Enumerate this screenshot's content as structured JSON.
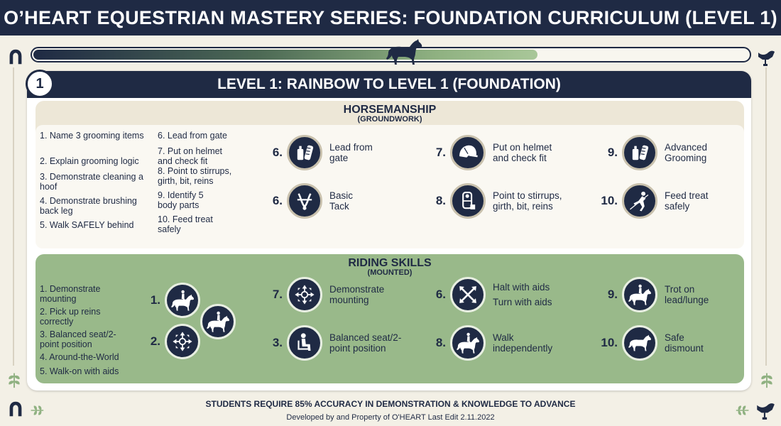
{
  "title": "O’HEART EQUESTRIAN MASTERY SERIES: FOUNDATION CURRICULUM (LEVEL 1)",
  "progress": {
    "fraction": 0.705
  },
  "level": {
    "badge": "1",
    "title": "LEVEL 1: RAINBOW TO LEVEL 1 (FOUNDATION)"
  },
  "horsemanship": {
    "title": "HORSEMANSHIP",
    "subtitle": "(GROUNDWORK)",
    "list_left": [
      "1. Name 3 grooming items",
      "2. Explain grooming logic",
      "3. Demonstrate cleaning a hoof",
      "4. Demonstrate brushing back leg",
      "5. Walk SAFELY behind"
    ],
    "list_right": [
      "6. Lead from gate",
      "7. Put on helmet and check fit",
      "8. Point to stirrups, girth, bit, reins",
      "9. Identify 5 body parts",
      "10. Feed treat safely"
    ],
    "icons": [
      {
        "num": "6.",
        "line1": "Lead from",
        "line2": "gate",
        "icon": "grooming-kit-icon"
      },
      {
        "num": "6.",
        "line1": "Basic",
        "line2": "Tack",
        "icon": "bridle-icon"
      },
      {
        "num": "7.",
        "line1": "Put on helmet",
        "line2": "and check fit",
        "icon": "helmet-icon"
      },
      {
        "num": "8.",
        "line1": "Point to stirrups,",
        "line2": "girth, bit, reins",
        "icon": "saddle-tack-icon"
      },
      {
        "num": "9.",
        "line1": "Advanced",
        "line2": "Grooming",
        "icon": "grooming-kit-icon"
      },
      {
        "num": "10.",
        "line1": "Feed treat",
        "line2": "safely",
        "icon": "feed-treat-icon"
      }
    ]
  },
  "riding": {
    "title": "RIDING SKILLS",
    "subtitle": "(MOUNTED)",
    "list": [
      "1. Demonstrate mounting",
      "2. Pick up reins correctly",
      "3. Balanced seat/2-point position",
      "4. Around-the-World",
      "5. Walk-on with aids"
    ],
    "left_nums": [
      "1.",
      "2."
    ],
    "icons": [
      {
        "num": "7.",
        "line1": "Demonstrate",
        "line2": "mounting",
        "icon": "arrows-compass-icon"
      },
      {
        "num": "3.",
        "line1": "Balanced seat/2-",
        "line2": "point position",
        "icon": "seated-rider-icon"
      },
      {
        "num": "6.",
        "line1": "Halt with aids",
        "line2": "Turn with aids",
        "icon": "cross-arrows-icon"
      },
      {
        "num": "8.",
        "line1": "Walk",
        "line2": "independently",
        "icon": "horse-rider-icon"
      },
      {
        "num": "9.",
        "line1": "Trot on",
        "line2": "lead/lunge",
        "icon": "horse-rider-icon"
      },
      {
        "num": "10.",
        "line1": "Safe",
        "line2": "dismount",
        "icon": "horse-icon"
      }
    ]
  },
  "footer": {
    "requirement": "STUDENTS REQUIRE 85% ACCURACY IN DEMONSTRATION & KNOWLEDGE TO ADVANCE",
    "credit": "Developed by and Property of O'HEART Last Edit 2.11.2022"
  },
  "colors": {
    "navy": "#1f2a44",
    "sage": "#99b98a",
    "cream": "#ede7d7"
  }
}
